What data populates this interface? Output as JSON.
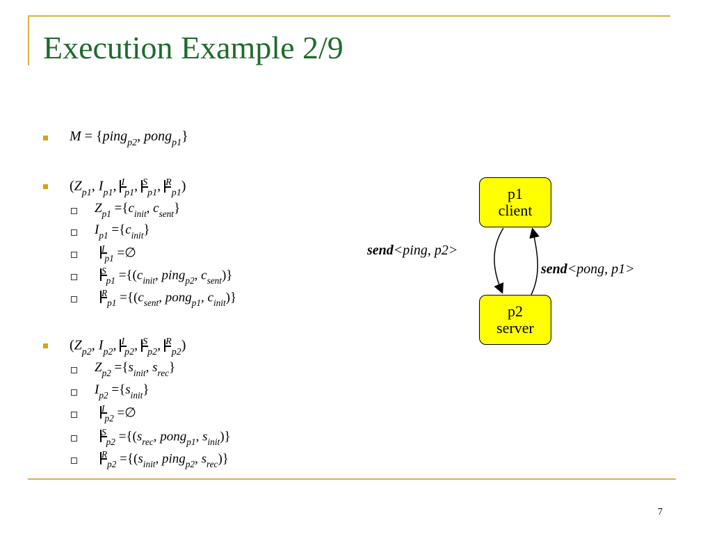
{
  "title": "Execution Example 2/9",
  "page_number": "7",
  "messages": {
    "M": "M",
    "eq": " = {",
    "ping": "ping",
    "ping_sub": "p2",
    "comma": ", ",
    "pong": "pong",
    "pong_sub": "p1",
    "close": "}"
  },
  "p1_section": {
    "proc": "p1",
    "Z": "Z",
    "I": "I",
    "c_init": "c",
    "init_sub": "init",
    "c_sent": "c",
    "sent_sub": "sent",
    "empty": "∅"
  },
  "p2_section": {
    "proc": "p2",
    "s_init": "s",
    "init_sub": "init",
    "s_rec": "s",
    "rec_sub": "rec",
    "empty": "∅"
  },
  "letters": {
    "I": "I",
    "S": "S",
    "R": "R"
  },
  "diagram": {
    "node_p1_line1": "p1",
    "node_p1_line2": "client",
    "node_p2_line1": "p2",
    "node_p2_line2": "server",
    "send_word": "send",
    "left_label_rest": "<ping, p2>",
    "right_label_rest": "<pong, p1>"
  }
}
